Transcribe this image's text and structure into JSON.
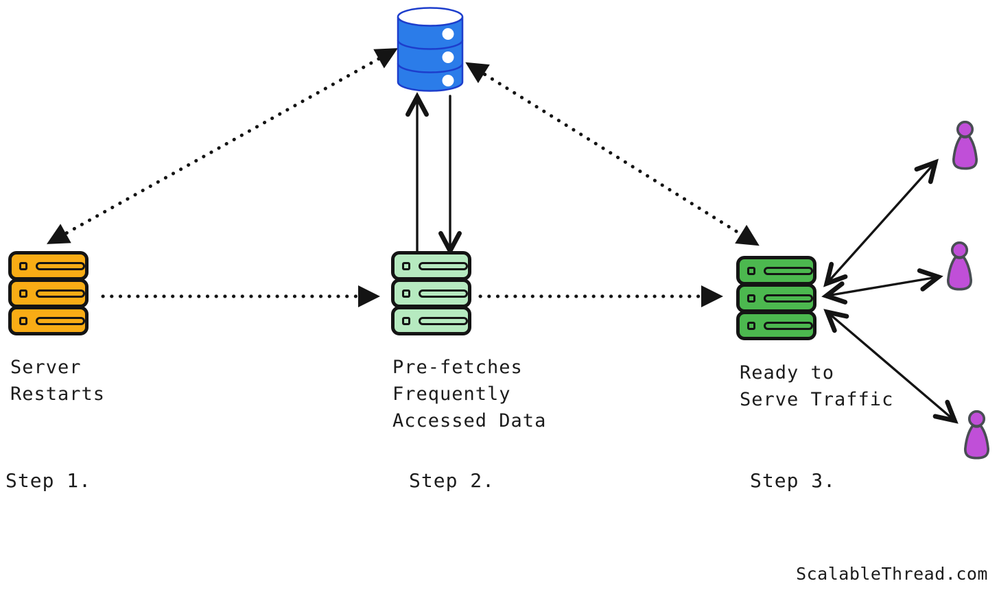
{
  "steps": [
    {
      "caption": "Server\nRestarts",
      "label": "Step 1."
    },
    {
      "caption": "Pre-fetches\nFrequently\nAccessed Data",
      "label": "Step 2."
    },
    {
      "caption": "Ready to\nServe Traffic",
      "label": "Step 3."
    }
  ],
  "watermark": "ScalableThread.com",
  "colors": {
    "server1_fill": "#F9AC15",
    "server2_fill": "#B6EAC0",
    "server3_fill": "#4CB84F",
    "server_outline": "#141414",
    "db_fill": "#2B7CE9",
    "db_outline": "#1D3ECC",
    "user_fill": "#C04FD8",
    "user_outline": "#494E54",
    "arrow": "#141414",
    "background": "#FFFFFF"
  },
  "icons": {
    "database": "database-cylinder-icon",
    "server": "server-stack-icon",
    "user": "user-pawn-icon"
  }
}
